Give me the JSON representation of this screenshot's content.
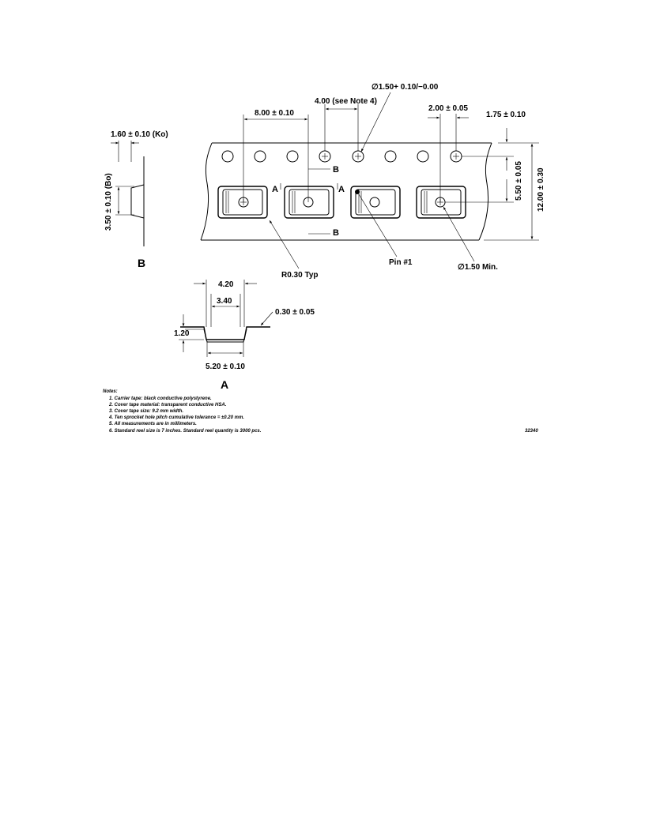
{
  "section_b": {
    "ko_label": "1.60 ± 0.10 (Ko)",
    "bo_label": "3.50 ± 0.10 (Bo)",
    "title": "B"
  },
  "tape": {
    "pitch_label": "8.00 ± 0.10",
    "sprocket_pitch_label": "4.00 (see Note 4)",
    "hole_dia_label": "∅1.50+ 0.10/−0.00",
    "p2_label": "2.00 ± 0.05",
    "edge_label": "1.75 ± 0.10",
    "f_label": "5.50 ± 0.05",
    "width_label": "12.00 ± 0.30",
    "section_a_marker": "A",
    "section_b_marker": "B",
    "radius_label": "R0.30 Typ",
    "pin_label": "Pin #1",
    "pocket_hole_label": "∅1.50 Min."
  },
  "section_a": {
    "w1_label": "4.20",
    "w2_label": "3.40",
    "thickness_label": "0.30 ± 0.05",
    "depth_label": "1.20",
    "w3_label": "5.20 ± 0.10",
    "title": "A"
  },
  "notes": {
    "heading": "Notes:",
    "items": [
      "1.  Carrier tape: black conductive polystyrene.",
      "2.  Cover tape material: transparent conductive HSA.",
      "3.  Cover tape size: 9.2 mm width.",
      "4.  Ten sprocket hole pitch cumulative tolerance = ±0.20 mm.",
      "5.  All measurements are in millimeters.",
      "6.  Standard reel size is 7 inches. Standard reel quantity is 3000 pcs."
    ],
    "code": "32340"
  }
}
